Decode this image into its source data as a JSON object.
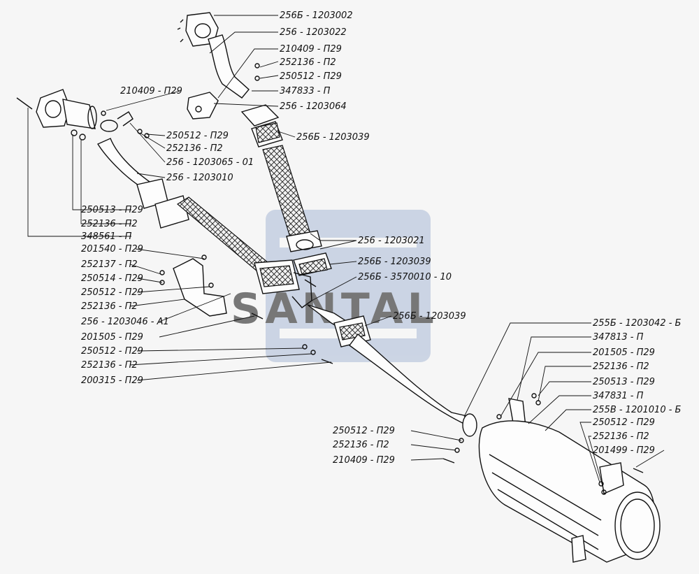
{
  "watermark": {
    "text": "SANTAL",
    "color": "#a9b9d6"
  },
  "callouts": [
    {
      "id": "c01",
      "text": "256Б - 1203002"
    },
    {
      "id": "c02",
      "text": "256  - 1203022"
    },
    {
      "id": "c03",
      "text": "210409 - П29"
    },
    {
      "id": "c04",
      "text": "252136 - П2"
    },
    {
      "id": "c05",
      "text": "250512 - П29"
    },
    {
      "id": "c06",
      "text": "347833 - П"
    },
    {
      "id": "c07",
      "text": "256 - 1203064"
    },
    {
      "id": "c08",
      "text": "256Б - 1203039"
    },
    {
      "id": "c09",
      "text": "210409 - П29"
    },
    {
      "id": "c10",
      "text": "250512 - П29"
    },
    {
      "id": "c11",
      "text": "252136 - П2"
    },
    {
      "id": "c12",
      "text": "256 - 1203065 - 01"
    },
    {
      "id": "c13",
      "text": "256 - 1203010"
    },
    {
      "id": "c14",
      "text": "250513 - П29"
    },
    {
      "id": "c15",
      "text": "252136 - П2"
    },
    {
      "id": "c16",
      "text": "348561 - П"
    },
    {
      "id": "c17",
      "text": "201540 - П29"
    },
    {
      "id": "c18",
      "text": "252137 - П2"
    },
    {
      "id": "c19",
      "text": "250514 - П29"
    },
    {
      "id": "c20",
      "text": "250512 - П29"
    },
    {
      "id": "c21",
      "text": "252136 - П2"
    },
    {
      "id": "c22",
      "text": "256 - 1203046 - А1"
    },
    {
      "id": "c23",
      "text": "201505 - П29"
    },
    {
      "id": "c24",
      "text": "250512 - П29"
    },
    {
      "id": "c25",
      "text": "252136 - П2"
    },
    {
      "id": "c26",
      "text": "200315 - П29"
    },
    {
      "id": "c27",
      "text": "256 - 1203021"
    },
    {
      "id": "c28",
      "text": "256Б - 1203039"
    },
    {
      "id": "c29",
      "text": "256Б - 3570010 - 10"
    },
    {
      "id": "c30",
      "text": "256Б - 1203039"
    },
    {
      "id": "c31",
      "text": "255Б - 1203042 - Б"
    },
    {
      "id": "c32",
      "text": "347813 - П"
    },
    {
      "id": "c33",
      "text": "201505 - П29"
    },
    {
      "id": "c34",
      "text": "252136 - П2"
    },
    {
      "id": "c35",
      "text": "250513 - П29"
    },
    {
      "id": "c36",
      "text": "347831 - П"
    },
    {
      "id": "c37",
      "text": "255В - 1201010 - Б"
    },
    {
      "id": "c38",
      "text": "250512 - П29"
    },
    {
      "id": "c39",
      "text": "252136 - П2"
    },
    {
      "id": "c40",
      "text": "201499 - П29"
    },
    {
      "id": "c41",
      "text": "250512 - П29"
    },
    {
      "id": "c42",
      "text": "252136 - П2"
    },
    {
      "id": "c43",
      "text": "210409 - П29"
    }
  ]
}
